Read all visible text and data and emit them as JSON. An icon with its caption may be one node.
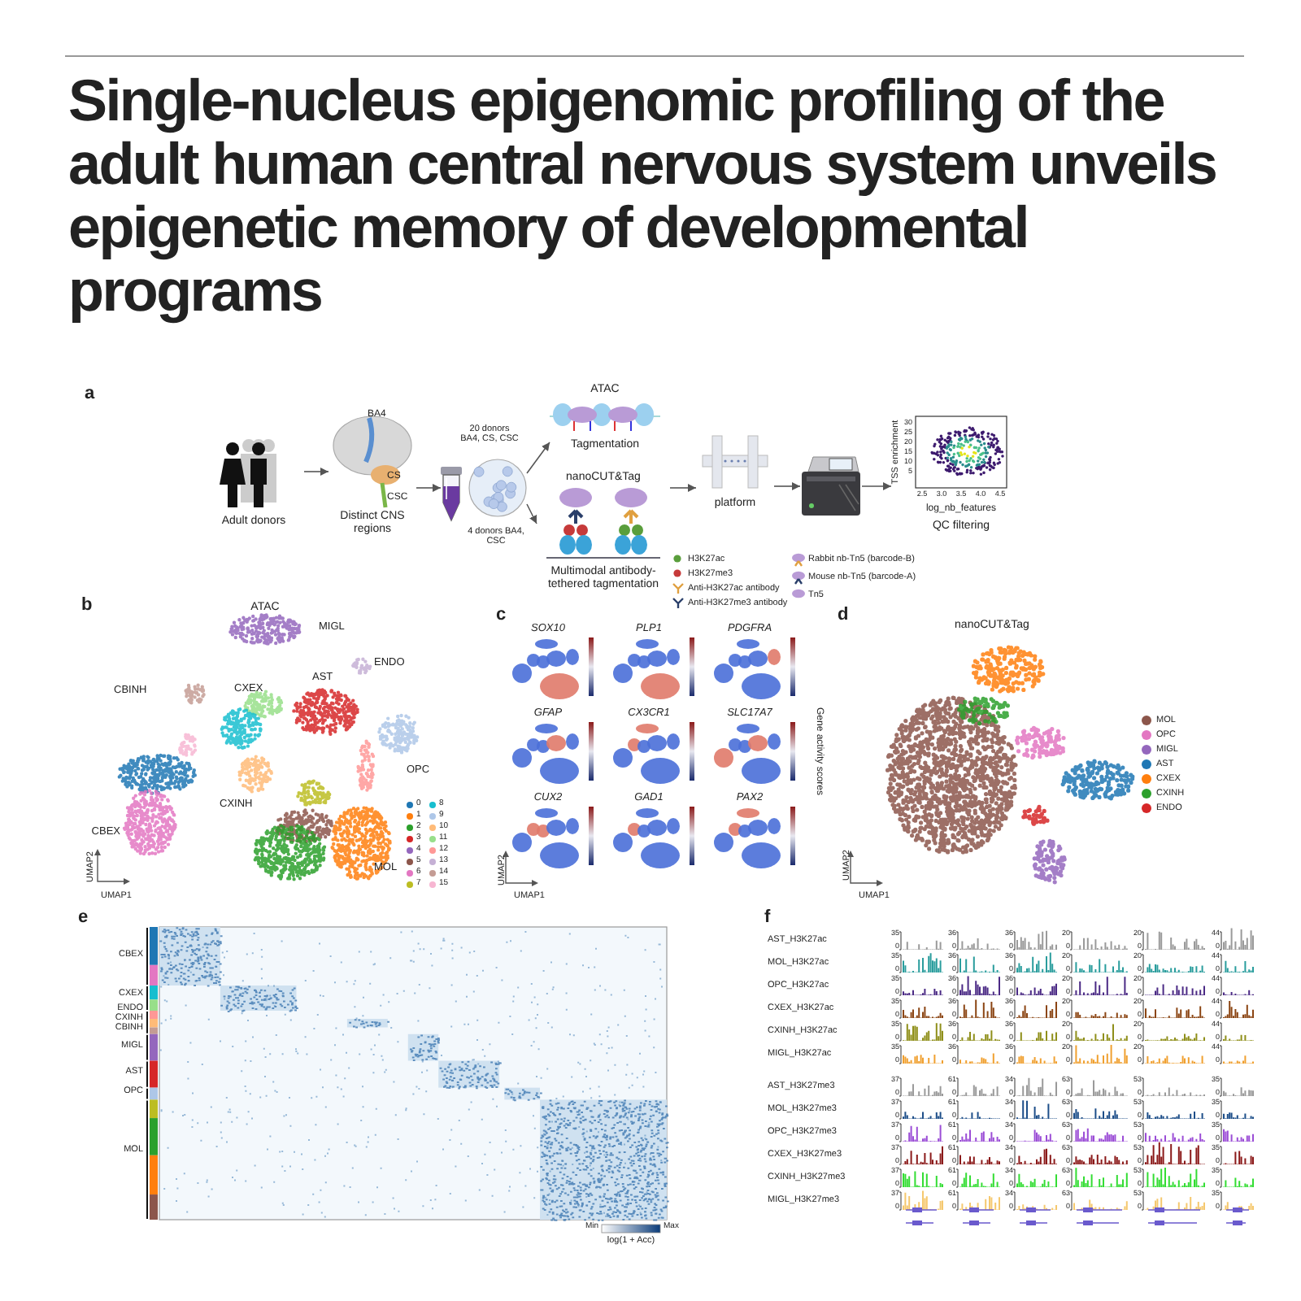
{
  "diagram": {
    "title": "Single-nucleus epigenomic profiling of the adult human central nervous system unveils epigenetic memory of developmental programs",
    "nodes": [
      {
        "text": [
          "Adult donors"
        ]
      },
      {
        "text": [
          "Distinct CNS regions"
        ]
      },
      {
        "text": [],
        "shape": "picture"
      },
      {
        "text": [],
        "shape": "circle"
      },
      {
        "text": [
          "ATAC",
          "Tagmentation"
        ]
      },
      {
        "text": [
          "nanoCUT&Tag",
          "Multimodal antibody-tethered tagmentation"
        ]
      },
      {
        "text": [
          "platform"
        ]
      },
      {
        "text": [],
        "shape": "picture"
      },
      {
        "text": [
          "QC filtering"
        ]
      }
    ],
    "edges": [
      {
        "from": 0,
        "to": 1,
        "arrow": "to"
      },
      {
        "from": 1,
        "to": 2,
        "arrow": "to"
      },
      {
        "from": 3,
        "to": 4,
        "arrow": "to",
        "label": "20 donors BA4, CS, CSC"
      },
      {
        "from": 3,
        "to": 5,
        "arrow": "to",
        "label": "4 donors BA4, CSC"
      },
      {
        "from": 5,
        "to": 6,
        "arrow": "to"
      },
      {
        "from": 6,
        "to": 7,
        "arrow": "to"
      },
      {
        "from": 7,
        "to": 8,
        "arrow": "to"
      }
    ],
    "labels": [
      "a",
      "BA4",
      "CS",
      "CSC",
      "TSS enrichment",
      "30",
      "25",
      "20",
      "15",
      "10",
      "5",
      "2.5",
      "3.0",
      "3.5",
      "4.0",
      "4.5",
      "log_nb_features",
      "b",
      "ATAC",
      "MIGL",
      "ENDO",
      "CBINH",
      "CXEX",
      "AST",
      "OPC",
      "CXINH",
      "CBEX",
      "MOL",
      "UMAP2",
      "UMAP1",
      "c",
      "SOX10",
      "PLP1",
      "PDGFRA",
      "GFAP",
      "CX3CR1",
      "SLC17A7",
      "CUX2",
      "GAD1",
      "PAX2",
      "Gene activity scores",
      "UMAP2",
      "UMAP1",
      "d",
      "nanoCUT&Tag",
      "UMAP2",
      "UMAP1",
      "e",
      "CBEX",
      "CXEX",
      "ENDO",
      "CXINH",
      "CBINH",
      "MIGL",
      "AST",
      "OPC",
      "MOL",
      "Min",
      "Max",
      "log(1 + Acc)",
      "f",
      "AST_H3K27ac",
      "MOL_H3K27ac",
      "OPC_H3K27ac",
      "CXEX_H3K27ac",
      "CXINH_H3K27ac",
      "MIGL_H3K27ac",
      "AST_H3K27me3",
      "MOL_H3K27me3",
      "OPC_H3K27me3",
      "CXEX_H3K27me3",
      "CXINH_H3K27me3",
      "MIGL_H3K27me3",
      "35",
      "0",
      "36",
      "0",
      "36",
      "0",
      "20",
      "0",
      "20",
      "0",
      "44",
      "0",
      "35",
      "0",
      "36",
      "0",
      "36",
      "0",
      "20",
      "0",
      "20",
      "0",
      "44",
      "0",
      "35",
      "0",
      "36",
      "0",
      "36",
      "0",
      "20",
      "0",
      "20",
      "0",
      "44",
      "0",
      "35",
      "0",
      "36",
      "0",
      "36",
      "0",
      "20",
      "0",
      "20",
      "0",
      "44",
      "0",
      "35",
      "0",
      "36",
      "0",
      "36",
      "0",
      "20",
      "0",
      "20",
      "0",
      "44",
      "0",
      "35",
      "0",
      "36",
      "0",
      "36",
      "0",
      "20",
      "0",
      "20",
      "0",
      "44",
      "0",
      "37",
      "0",
      "61",
      "0",
      "34",
      "0",
      "63",
      "0",
      "53",
      "0",
      "35",
      "0",
      "37",
      "0",
      "61",
      "0",
      "34",
      "0",
      "63",
      "0",
      "53",
      "0",
      "35",
      "0",
      "37",
      "0",
      "61",
      "0",
      "34",
      "0",
      "63",
      "0",
      "53",
      "0",
      "35",
      "0",
      "37",
      "0",
      "61",
      "0",
      "34",
      "0",
      "63",
      "0",
      "53",
      "0",
      "35",
      "0",
      "37",
      "0",
      "61",
      "0",
      "34",
      "0",
      "63",
      "0",
      "53",
      "0",
      "35",
      "0",
      "37",
      "0",
      "61",
      "0",
      "34",
      "0",
      "63",
      "0",
      "53",
      "0",
      "35",
      "0"
    ],
    "legend": [
      {
        "text": "H3K27ac"
      },
      {
        "text": "H3K27me3"
      },
      {
        "text": "Anti-H3K27ac antibody"
      },
      {
        "text": "Anti-H3K27me3 antibody"
      },
      {
        "text": "Rabbit nb-Tn5 (barcode-B)"
      },
      {
        "text": "Mouse nb-Tn5 (barcode-A)"
      },
      {
        "text": "Tn5"
      },
      {
        "text": "0",
        "color": "#1f77b4"
      },
      {
        "text": "1",
        "color": "#ff7f0e"
      },
      {
        "text": "2",
        "color": "#2ca02c"
      },
      {
        "text": "3",
        "color": "#d62728"
      },
      {
        "text": "4",
        "color": "#9467bd"
      },
      {
        "text": "5",
        "color": "#8c564b"
      },
      {
        "text": "6",
        "color": "#e377c2"
      },
      {
        "text": "7",
        "color": "#bcbd22"
      },
      {
        "text": "8",
        "color": "#17becf"
      },
      {
        "text": "9",
        "color": "#aec7e8"
      },
      {
        "text": "10",
        "color": "#ffbb78"
      },
      {
        "text": "11",
        "color": "#98df8a"
      },
      {
        "text": "12",
        "color": "#ff9896"
      },
      {
        "text": "13",
        "color": "#c5b0d5"
      },
      {
        "text": "14",
        "color": "#c49c94"
      },
      {
        "text": "15",
        "color": "#f7b6d2"
      },
      {
        "text": "MOL",
        "color": "#8c564b"
      },
      {
        "text": "OPC",
        "color": "#e377c2"
      },
      {
        "text": "MIGL",
        "color": "#9467bd"
      },
      {
        "text": "AST",
        "color": "#1f77b4"
      },
      {
        "text": "CXEX",
        "color": "#ff7f0e"
      },
      {
        "text": "CXINH",
        "color": "#2ca02c"
      },
      {
        "text": "ENDO",
        "color": "#d62728"
      }
    ]
  }
}
